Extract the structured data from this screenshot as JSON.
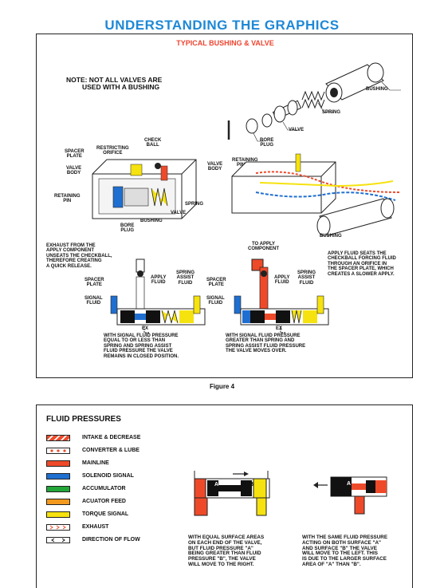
{
  "title": "UNDERSTANDING THE GRAPHICS",
  "subtitle": "TYPICAL BUSHING & VALVE",
  "note": [
    "NOTE: NOT ALL VALVES ARE",
    "USED WITH A BUSHING"
  ],
  "labels": {
    "bushing": "BUSHING",
    "spring": "SPRING",
    "valve": "VALVE",
    "bore_plug": [
      "BORE",
      "PLUG"
    ],
    "retaining_pin": [
      "RETAINING",
      "PIN"
    ],
    "check_ball": [
      "CHECK",
      "BALL"
    ],
    "restricting_orifice": [
      "RESTRICTING",
      "ORIFICE"
    ],
    "spacer_plate": [
      "SPACER",
      "PLATE"
    ],
    "valve_body": [
      "VALVE",
      "BODY"
    ],
    "exhaust_note": [
      "EXHAUST FROM THE",
      "APPLY COMPONENT",
      "UNSEATS THE CHECKBALL,",
      "THEREFORE CREATING",
      "A QUICK RELEASE."
    ],
    "to_apply_component": [
      "TO APPLY",
      "COMPONENT"
    ],
    "apply_note": [
      "APPLY FLUID SEATS THE",
      "CHECKBALL FORCING FLUID",
      "THROUGH AN ORIFICE IN",
      "THE SPACER PLATE, WHICH",
      "CREATES A SLOWER APPLY."
    ],
    "apply_fluid": [
      "APPLY",
      "FLUID"
    ],
    "spring_assist_fluid": [
      "SPRING",
      "ASSIST",
      "FLUID"
    ],
    "signal_fluid": [
      "SIGNAL",
      "FLUID"
    ],
    "ex": "EX",
    "caption_left": [
      "WITH SIGNAL FLUID PRESSURE",
      "EQUAL TO OR LESS THAN",
      "SPRING AND SPRING ASSIST",
      "FLUID PRESSURE THE VALVE",
      "REMAINS IN CLOSED POSITION."
    ],
    "caption_right": [
      "WITH SIGNAL FLUID PRESSURE",
      "GREATER THAN SPRING AND",
      "SPRING ASSIST FLUID PRESSURE",
      "THE VALVE MOVES OVER."
    ]
  },
  "figure_caption": "Figure 4",
  "legend": {
    "title": "FLUID PRESSURES",
    "items": [
      {
        "label": "INTAKE & DECREASE",
        "color": "#ee4a2a",
        "pattern": "hatch"
      },
      {
        "label": "CONVERTER & LUBE",
        "color": "#ee4a2a",
        "pattern": "dots"
      },
      {
        "label": "MAINLINE",
        "color": "#ee4a2a",
        "pattern": "solid"
      },
      {
        "label": "SOLENOID SIGNAL",
        "color": "#1f6fd1",
        "pattern": "solid"
      },
      {
        "label": "ACCUMULATOR",
        "color": "#22a63a",
        "pattern": "solid"
      },
      {
        "label": "ACUATOR FEED",
        "color": "#f39a1e",
        "pattern": "solid"
      },
      {
        "label": "TORQUE SIGNAL",
        "color": "#f5e20f",
        "pattern": "solid"
      },
      {
        "label": "EXHAUST",
        "color": "#ee4a2a",
        "pattern": "chevrons"
      },
      {
        "label": "DIRECTION OF FLOW",
        "color": "#ffffff",
        "pattern": "arrows"
      }
    ],
    "surface_a": "A",
    "surface_b": "B",
    "caption_left": [
      "WITH EQUAL SURFACE AREAS",
      "ON EACH END OF THE VALVE,",
      "BUT FLUID PRESSURE \"A\"",
      "BEING GREATER THAN FLUID",
      "PRESSURE \"B\", THE VALVE",
      "WILL MOVE TO THE RIGHT."
    ],
    "caption_right": [
      "WITH THE SAME FLUID PRESSURE",
      "ACTING ON BOTH SURFACE \"A\"",
      "AND SURFACE \"B\" THE VALVE",
      "WILL MOVE TO THE LEFT. THIS",
      "IS DUE TO THE LARGER SURFACE",
      "AREA OF \"A\" THAN \"B\"."
    ]
  },
  "colors": {
    "red": "#ee4a2a",
    "blue": "#1f6fd1",
    "yellow": "#f5e20f",
    "green": "#22a63a",
    "orange": "#f39a1e",
    "title_blue": "#1e88d6"
  }
}
